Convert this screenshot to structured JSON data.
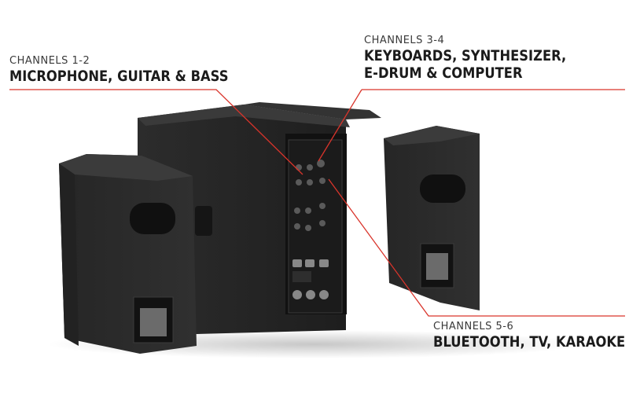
{
  "callouts": {
    "ch12": {
      "label": "CHANNELS 1-2",
      "title": "MICROPHONE, GUITAR & BASS"
    },
    "ch34": {
      "label": "CHANNELS 3-4",
      "title_line1": "KEYBOARDS, SYNTHESIZER,",
      "title_line2": "E-DRUM & COMPUTER"
    },
    "ch56": {
      "label": "CHANNELS 5-6",
      "title": "BLUETOOTH, TV, KARAOKE"
    }
  },
  "colors": {
    "accent_line": "#d9342b",
    "speaker_body": "#2a2a2a",
    "panel": "#1a1a1a",
    "background": "#ffffff"
  }
}
